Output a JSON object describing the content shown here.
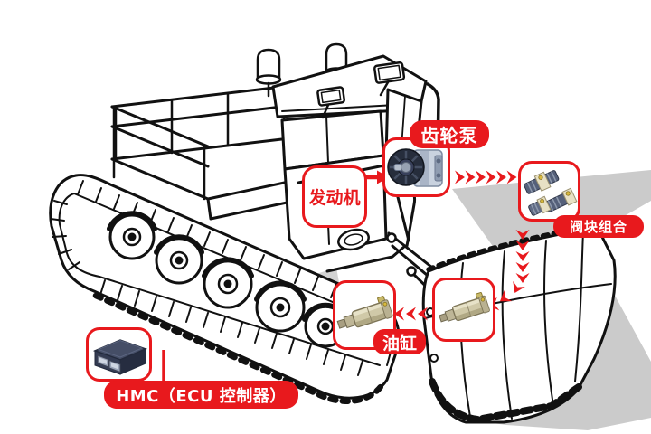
{
  "diagram": {
    "labels": {
      "engine": "发动机",
      "gear_pump": "齿轮泵",
      "valve_block": "阀块组合",
      "oil_cylinder": "油缸",
      "controller": "HMC（ECU 控制器）"
    },
    "connections": [
      {
        "from": "engine",
        "to": "gear_pump",
        "style": "solid-arrow"
      },
      {
        "from": "gear_pump",
        "to": "valve_block",
        "style": "dashed-chevron-arrow"
      },
      {
        "from": "valve_block",
        "to": "oil_cylinder_right",
        "style": "dashed-chevron-arrow"
      },
      {
        "from": "oil_cylinder_right",
        "to": "oil_cylinder_left",
        "style": "dashed-chevron-arrow"
      },
      {
        "from": "controller",
        "to": "vehicle",
        "style": "pointer-line"
      }
    ],
    "colors": {
      "accent_red": "#E8191D",
      "label_text": "#FFFFFF",
      "shadow_gray": "#CBCBCB",
      "line_art": "#111111"
    },
    "illustration": "tracked-vehicle-line-art"
  }
}
